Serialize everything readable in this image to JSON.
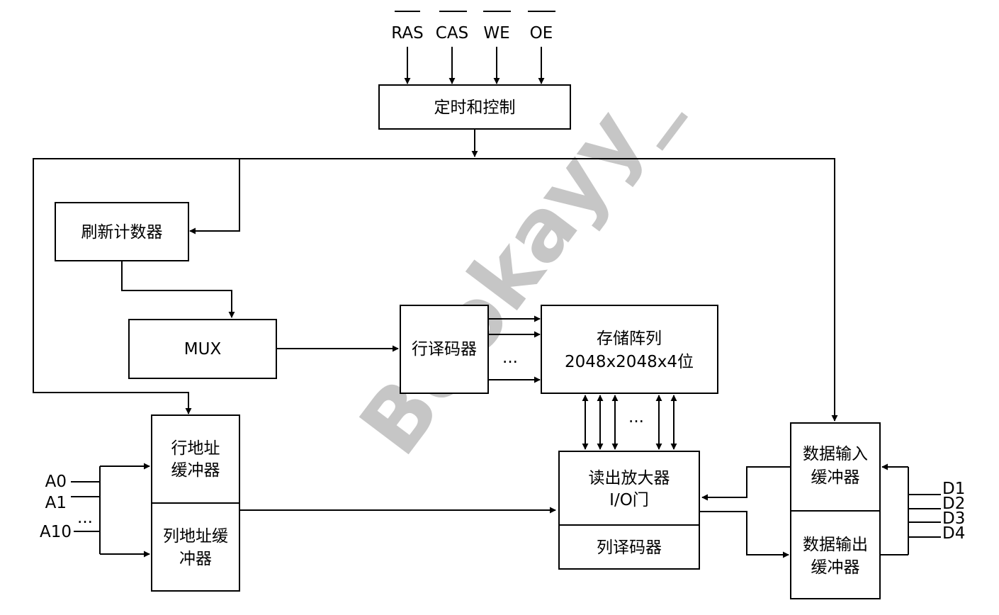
{
  "control_signals": [
    "RAS",
    "CAS",
    "WE",
    "OE"
  ],
  "blocks": {
    "timing_control": "定时和控制",
    "refresh_counter": "刷新计数器",
    "mux": "MUX",
    "row_decoder": "行译码器",
    "memory_array": [
      "存储阵列",
      "2048x2048x4位"
    ],
    "row_address_buffer": [
      "行地址",
      "缓冲器"
    ],
    "col_address_buffer": [
      "列地址缓",
      "冲器"
    ],
    "sense_amp_io": [
      "读出放大器",
      "I/O门"
    ],
    "column_decoder": "列译码器",
    "data_in_buffer": [
      "数据输入",
      "缓冲器"
    ],
    "data_out_buffer": [
      "数据输出",
      "缓冲器"
    ]
  },
  "address_pins": [
    "A0",
    "A1",
    "...",
    "A10"
  ],
  "data_pins": [
    "D1",
    "D2",
    "D3",
    "D4"
  ],
  "ellipsis": "...",
  "watermark": "Beokayy_",
  "colors": {
    "line": "#000000",
    "watermark": "#bdbdbd"
  }
}
